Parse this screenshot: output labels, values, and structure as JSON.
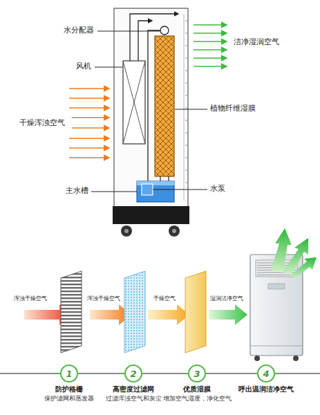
{
  "diagram": {
    "nodes": [
      {
        "text": [
          "1",
          "防护格栅",
          "保护滤网和蒸发器"
        ]
      },
      {
        "text": [
          "2",
          "高密度过滤网",
          "过滤浑浊空气和灰尘"
        ]
      },
      {
        "text": [
          "3",
          "优质湿膜",
          "增加空气湿度，净化空气"
        ]
      },
      {
        "text": [
          "4",
          "呼出温润洁净空气"
        ]
      }
    ],
    "edges": [
      {
        "from": 0,
        "to": 1,
        "arrow": "none"
      },
      {
        "from": 1,
        "to": 2,
        "arrow": "none"
      },
      {
        "from": 2,
        "to": 3,
        "arrow": "none"
      }
    ],
    "labels": [
      "水分配器",
      "风机",
      "干燥浑浊空气",
      "洁净湿润空气",
      "植物纤维湿膜",
      "主水槽",
      "水泵",
      "浑浊干燥空气",
      "浑浊干燥空气",
      "干燥空气",
      "湿润洁净空气"
    ]
  }
}
